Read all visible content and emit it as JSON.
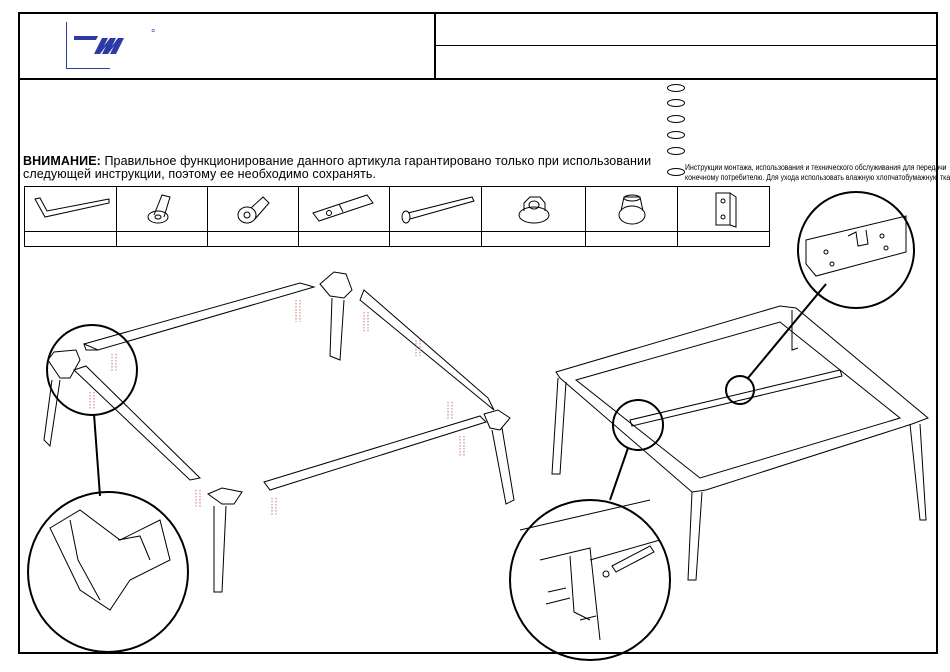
{
  "header": {
    "logo_name": "brand-logo",
    "registered_mark": "°",
    "title_cell": "",
    "subtitle_cell": ""
  },
  "warning": {
    "label": "ВНИМАНИЕ:",
    "text_line1": " Правильное функционирование данного артикула гарантировано только при использовании",
    "text_line2": "следующей инструкции, поэтому ее  необходимо сохранять."
  },
  "info_note": {
    "line1": "Инструкции монтажа, использования и технического обслуживания для передачи",
    "line2": "конечному потребителю. Для ухода использовать влажную хлопчатобумажную ткань"
  },
  "parts": [
    {
      "name": "hex-key",
      "count": ""
    },
    {
      "name": "countersunk-bolt",
      "count": ""
    },
    {
      "name": "flat-head-bolt",
      "count": ""
    },
    {
      "name": "threaded-sleeve",
      "count": ""
    },
    {
      "name": "long-bolt",
      "count": ""
    },
    {
      "name": "flange-nut",
      "count": ""
    },
    {
      "name": "cap-nut",
      "count": ""
    },
    {
      "name": "angle-bracket",
      "count": ""
    }
  ]
}
